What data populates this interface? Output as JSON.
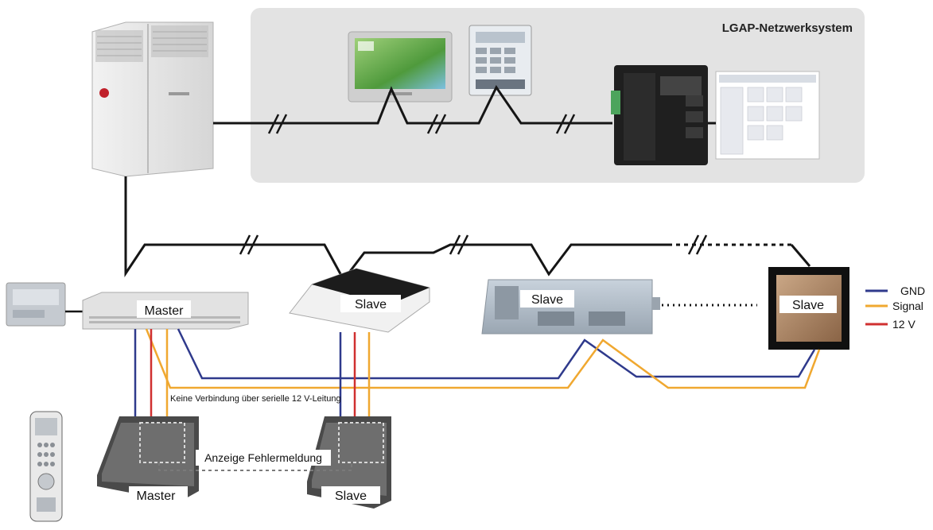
{
  "network": {
    "title": "LGAP-Netzwerksystem"
  },
  "units": {
    "master": "Master",
    "slave_cassette": "Slave",
    "slave_duct": "Slave",
    "slave_panel": "Slave"
  },
  "controllers": {
    "master": "Master",
    "slave": "Slave"
  },
  "notes": {
    "no_connection": "Keine Verbindung über serielle 12 V-Leitung",
    "error_display": "Anzeige Fehlermeldung"
  },
  "legend": [
    {
      "label": "GND",
      "color": "#2f3a8c"
    },
    {
      "label": "Signal",
      "color": "#f0a830"
    },
    {
      "label": "12 V",
      "color": "#d03030"
    }
  ],
  "colors": {
    "bus": "#151515",
    "gnd": "#2f3a8c",
    "signal": "#f0a830",
    "v12": "#d03030",
    "panel_bg": "#e3e3e3"
  }
}
